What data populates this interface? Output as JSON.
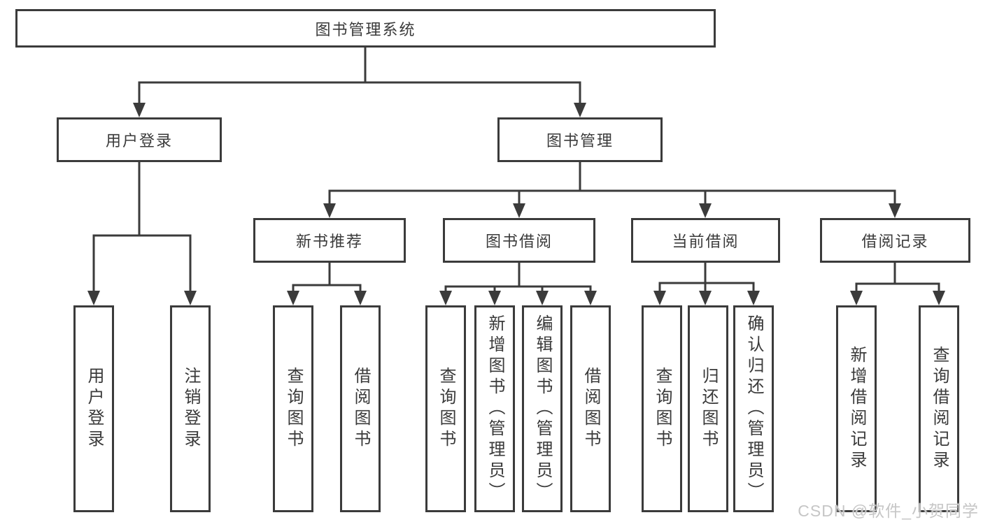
{
  "diagram": {
    "root": "图书管理系统",
    "level2": {
      "user_login": "用户登录",
      "book_management": "图书管理"
    },
    "level3": {
      "new_books": "新书推荐",
      "book_borrow": "图书借阅",
      "current_borrow": "当前借阅",
      "borrow_records": "借阅记录"
    },
    "leaves": {
      "user_login": [
        "用户登录",
        "注销登录"
      ],
      "new_books": [
        "查询图书",
        "借阅图书"
      ],
      "book_borrow": [
        "查询图书",
        "新增图书（管理员）",
        "编辑图书（管理员）",
        "借阅图书"
      ],
      "current_borrow": [
        "查询图书",
        "归还图书",
        "确认归还（管理员）"
      ],
      "borrow_records": [
        "新增借阅记录",
        "查询借阅记录"
      ]
    },
    "watermark": "CSDN @软件_小贺同学",
    "colors": {
      "line": "#3b3b3b",
      "text": "#3a3a3a",
      "watermark": "#c6c6c6",
      "background": "#ffffff"
    }
  }
}
